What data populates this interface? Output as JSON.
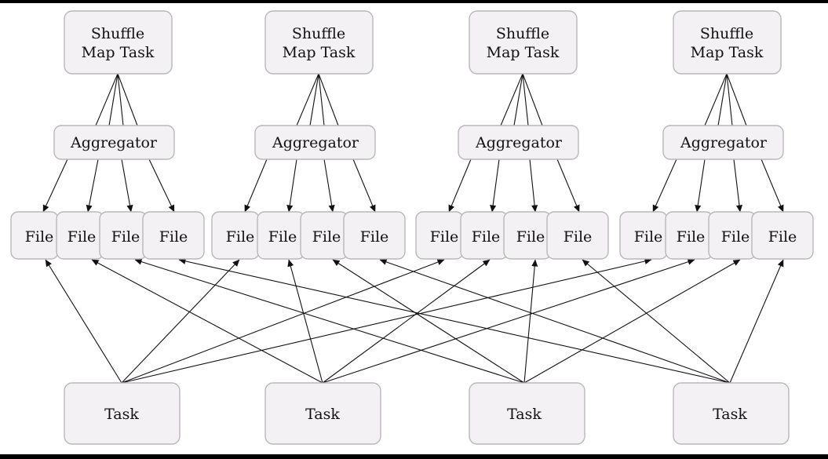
{
  "diagram": {
    "groups": [
      {
        "map_task_lines": [
          "Shuffle",
          "Map Task"
        ],
        "aggregator": "Aggregator",
        "files": [
          "File",
          "File",
          "File",
          "File"
        ]
      },
      {
        "map_task_lines": [
          "Shuffle",
          "Map Task"
        ],
        "aggregator": "Aggregator",
        "files": [
          "File",
          "File",
          "File",
          "File"
        ]
      },
      {
        "map_task_lines": [
          "Shuffle",
          "Map Task"
        ],
        "aggregator": "Aggregator",
        "files": [
          "File",
          "File",
          "File",
          "File"
        ]
      },
      {
        "map_task_lines": [
          "Shuffle",
          "Map Task"
        ],
        "aggregator": "Aggregator",
        "files": [
          "File",
          "File",
          "File",
          "File"
        ]
      }
    ],
    "tasks": [
      "Task",
      "Task",
      "Task",
      "Task"
    ],
    "colors": {
      "node_fill": "#f3f1f3",
      "node_border": "#b9b7ba",
      "edge": "#111111",
      "frame": "#000000"
    }
  }
}
